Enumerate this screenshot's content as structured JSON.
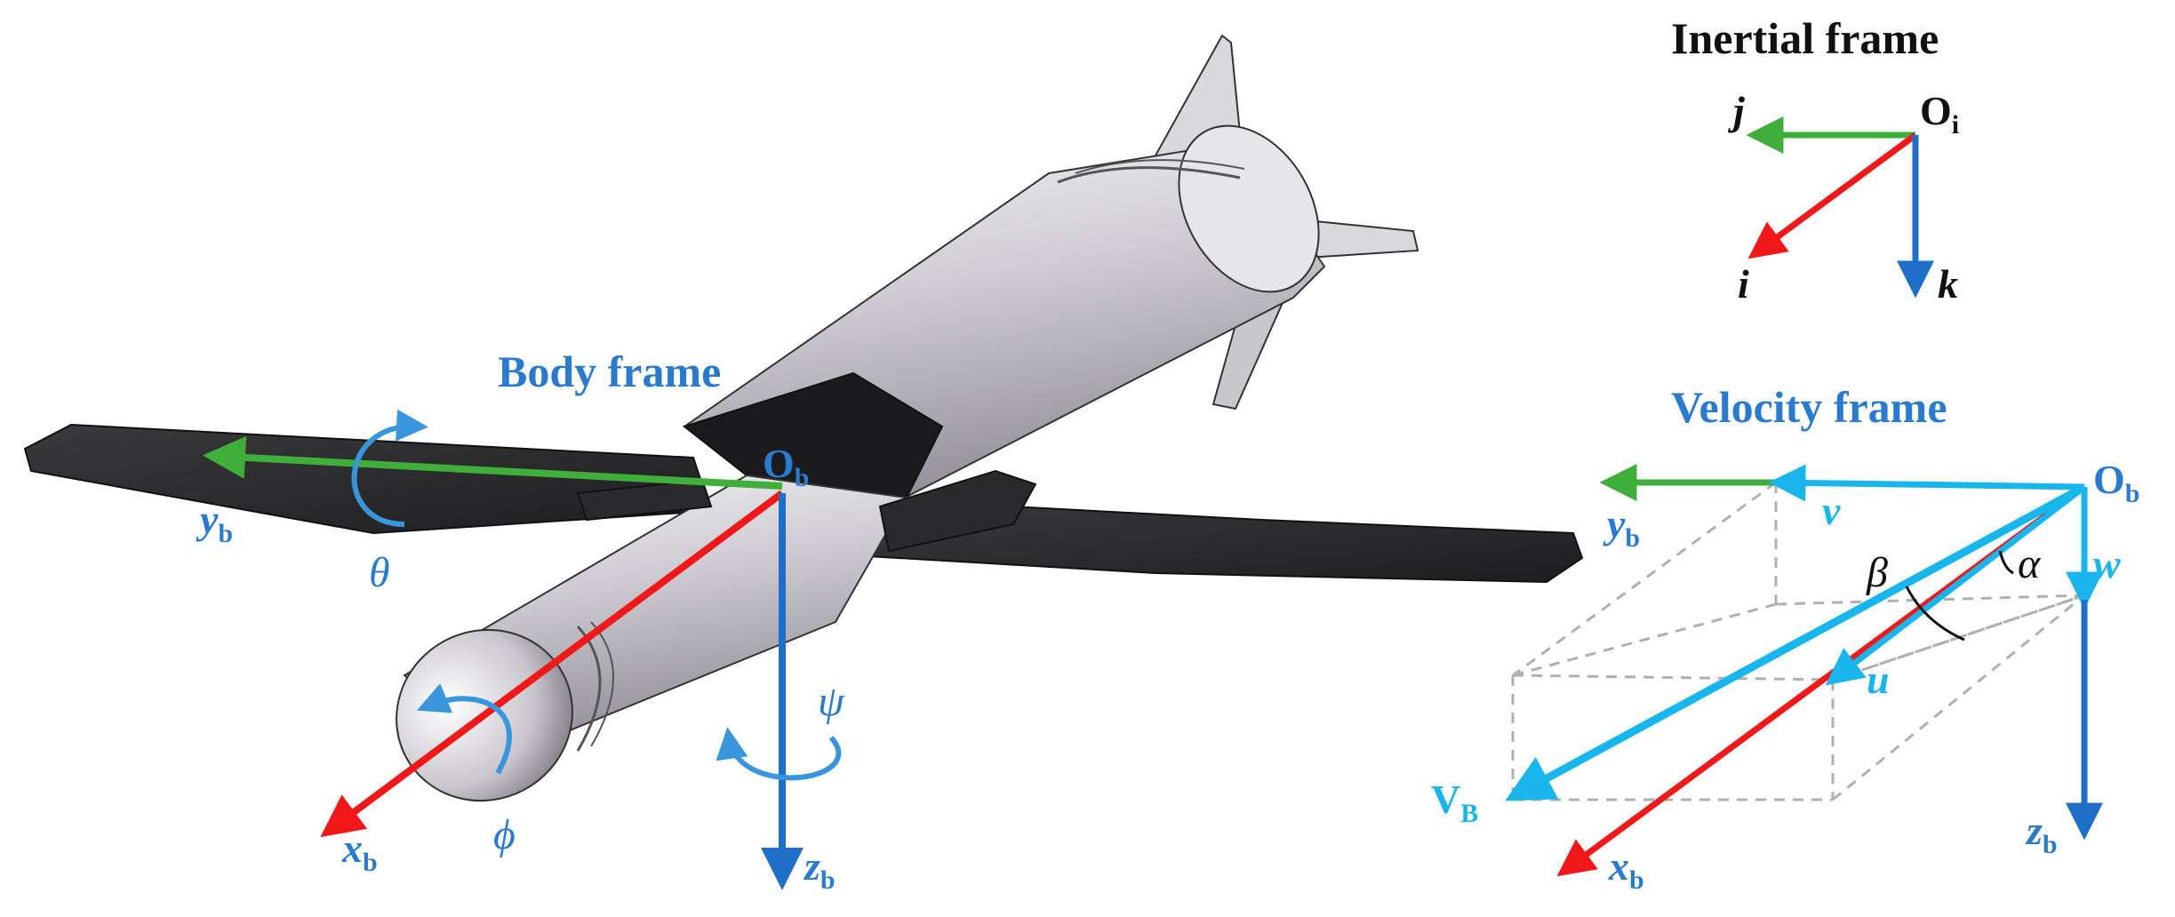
{
  "colors": {
    "x_axis": "#f01818",
    "y_axis": "#3fae3a",
    "z_axis": "#1f6fc8",
    "velocity_frame": "#19b6ee",
    "rotation_arrow": "#3a96dc",
    "dashed_box": "#b0b0b0",
    "body_label": "#2a7bd0",
    "text_dark": "#111111"
  },
  "body_frame": {
    "title": "Body frame",
    "origin": "O",
    "origin_sub": "b",
    "x_label": "x",
    "x_sub": "b",
    "y_label": "y",
    "y_sub": "b",
    "z_label": "z",
    "z_sub": "b",
    "roll": "ϕ",
    "pitch": "θ",
    "yaw": "ψ"
  },
  "inertial_frame": {
    "title": "Inertial frame",
    "origin": "O",
    "origin_sub": "i",
    "i_label": "i",
    "j_label": "j",
    "k_label": "k"
  },
  "velocity_frame": {
    "title": "Velocity frame",
    "origin": "O",
    "origin_sub": "b",
    "y_label": "y",
    "y_sub": "b",
    "x_label": "x",
    "x_sub": "b",
    "z_label": "z",
    "z_sub": "b",
    "v_label": "v",
    "w_label": "w",
    "u_label": "u",
    "vb_label": "V",
    "vb_sub": "B",
    "beta": "β",
    "alpha": "α"
  },
  "icons": [
    "missile-body-drawing",
    "roll-rotation-arrow",
    "pitch-rotation-arrow",
    "yaw-rotation-arrow"
  ]
}
